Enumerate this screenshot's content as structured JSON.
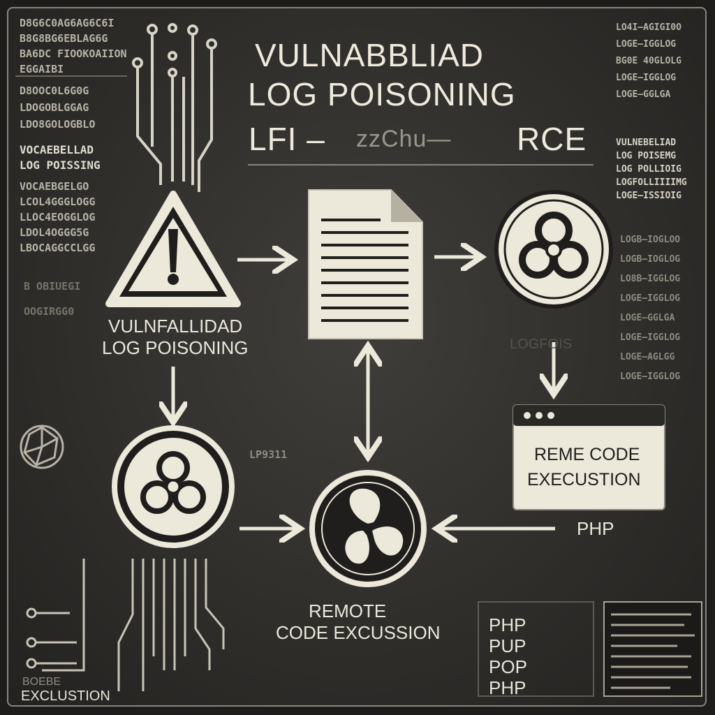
{
  "title": {
    "line1": "VULNABBLIAD",
    "line2": "LOG POISONING",
    "line3_left": "LFI –",
    "line3_mid": "zzChu—",
    "line3_right": "RCE"
  },
  "left_column": {
    "top_lines": [
      "D8G6C0AG6AG6C6I",
      "B8G8BG6EBLAG6G",
      "BA6DC FIOOKOAIION",
      "EGGAIBI"
    ],
    "mid_lines": [
      "D8OOC0L6G0G",
      "LDOGOBLGGAG",
      "LDO8GOLOGBLO"
    ],
    "heading1": "VOCAEBELLAD",
    "heading2": "LOG POISSING",
    "low_lines": [
      "VOCAEBGELGO",
      "LCOL4GGGLOGG",
      "LLOC4EOGGLOG",
      "LDOL4OGGG5G",
      "LBOCAGGCCLGG"
    ],
    "faint_lines": [
      "B OBIUEGI",
      "OOGIRGG0"
    ]
  },
  "right_column": {
    "top_lines": [
      "LO4I—AGIGI0O",
      "LOGE—IGGLOG",
      "BG0E 40GLOLG",
      "LOGE—IGGLOG",
      "LOGE—GGLGA"
    ],
    "heading_lines": [
      "VULNEBELIAD",
      "LOG POISEMG",
      "LOG POLLIOIG",
      "LOGFOLLIIIIMG",
      "LOGE—ISSIOIG"
    ],
    "low_lines": [
      "LOGB—IOGLOO",
      "LOGB—IOGLOG",
      "LO8B—IGGLOG",
      "LOGE—IGGLOG",
      "LOGE—GGLGA",
      "LOGE—IGGLOG",
      "LOGE—AGLGG",
      "LOGE—IGGLOG"
    ]
  },
  "nodes": {
    "warning_label_line1": "VULNFALLIDAD",
    "warning_label_line2": "LOG POISONING",
    "faint_log_label": "LOGFOIS",
    "faint_mid_label": "LP9311",
    "window_line1": "REME CODE",
    "window_line2": "EXECUSTION",
    "php_label": "PHP",
    "remote_line1": "REMOTE",
    "remote_line2": "CODE EXCUSSION"
  },
  "php_list": [
    "PHP",
    "PUP",
    "POP",
    "PHP"
  ],
  "bottom_left": {
    "line1": "BOEBE",
    "line2": "EXCLUSTION"
  },
  "icons": [
    "warning-triangle-icon",
    "document-icon",
    "biohazard-icon",
    "browser-window-icon",
    "circuit-traces-icon",
    "hexagon-network-icon",
    "fan-icon"
  ],
  "colors": {
    "background": "#2e2d2a",
    "foreground": "#ece8da",
    "frame": "#8a867c"
  }
}
